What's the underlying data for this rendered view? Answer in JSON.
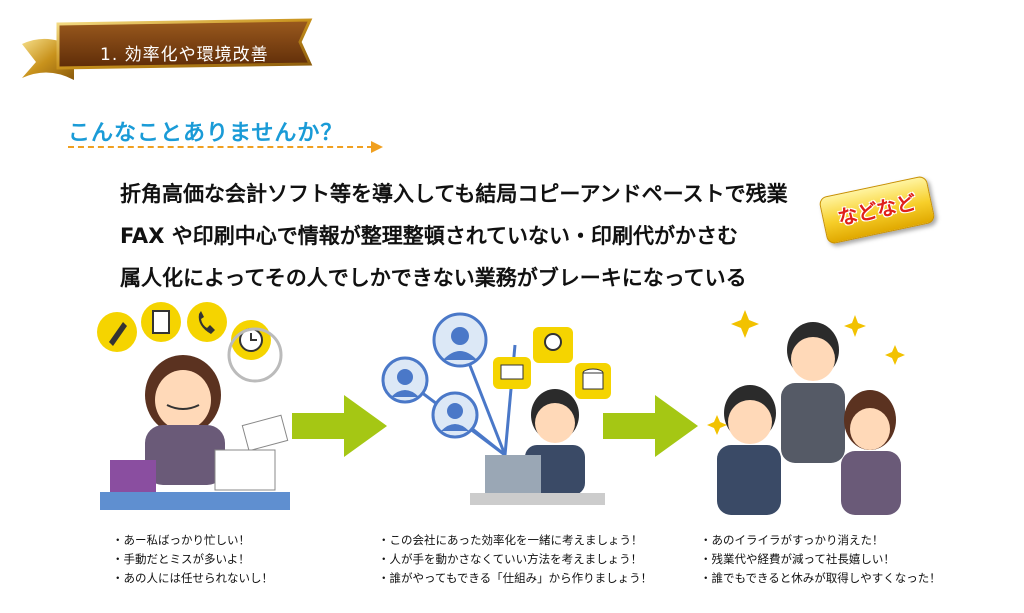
{
  "header": {
    "section_title": "1. 効率化や環境改善"
  },
  "question": "こんなことありませんか？",
  "issues": [
    "折角高価な会計ソフト等を導入しても結局コピーアンドペーストで残業",
    "FAX や印刷中心で情報が整理整頓されていない・印刷代がかさむ",
    "属人化によってその人でしかできない業務がブレーキになっている"
  ],
  "badge": "などなど",
  "columns": [
    {
      "bullets": [
        "・あー私ばっかり忙しい！",
        "・手動だとミスが多いよ！",
        "・あの人には任せられないし！"
      ]
    },
    {
      "bullets": [
        "・この会社にあった効率化を一緒に考えましょう！",
        "・人が手を動かさなくていい方法を考えましょう！",
        "・誰がやってもできる「仕組み」から作りましょう！"
      ]
    },
    {
      "bullets": [
        "・あのイライラがすっかり消えた！",
        "・残業代や経費が減って社長嬉しい！",
        "・誰でもできると休みが取得しやすくなった！"
      ]
    }
  ],
  "colors": {
    "ribbon": "#7a3f10",
    "gold": "#d9a72a",
    "question": "#1a9bd7",
    "arrow": "#a5c714",
    "badge_text": "#e0201a"
  }
}
